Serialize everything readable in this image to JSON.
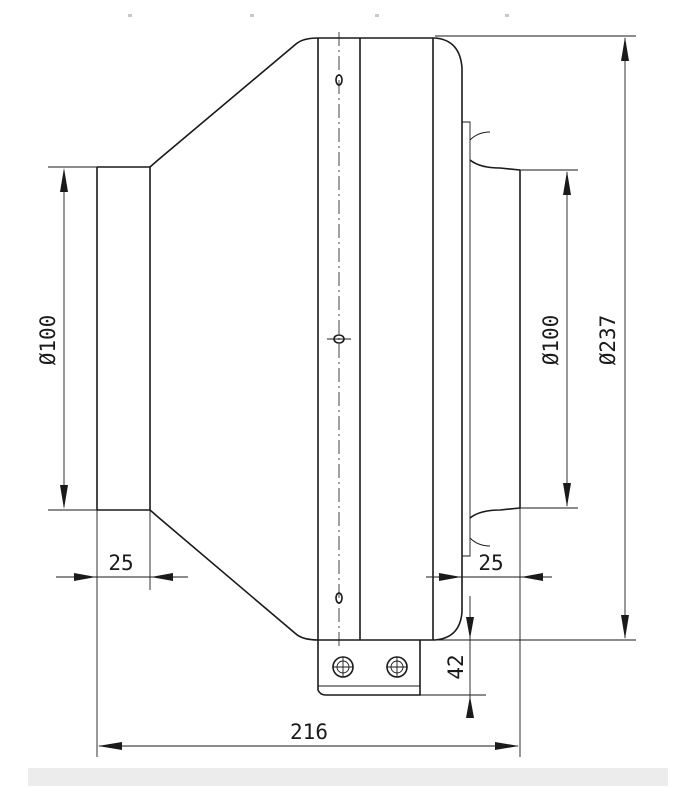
{
  "drawing": {
    "dimensions": {
      "inlet_diameter": "Ø100",
      "outlet_diameter": "Ø100",
      "housing_diameter": "Ø237",
      "inlet_collar_length": "25",
      "outlet_collar_length": "25",
      "bracket_height": "42",
      "overall_length": "216"
    }
  }
}
